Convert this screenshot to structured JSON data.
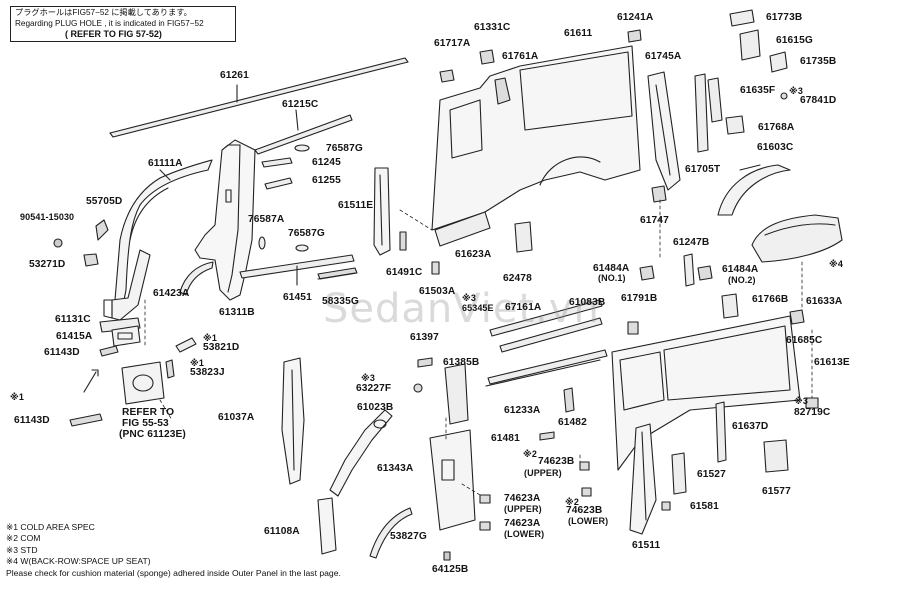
{
  "note": {
    "line1": "プラグホールはFIG57−52 に掲載してあります。",
    "line2": "Regarding PLUG HOLE , it is indicated in FIG57−52",
    "line3": "( REFER TO FIG 57-52)"
  },
  "watermark": "SedanViet.vn",
  "legend": [
    "※1 COLD AREA SPEC",
    "※2 COM",
    "※3 STD",
    "※4 W(BACK-ROW:SPACE UP SEAT)",
    "Please check for cushion material (sponge) adhered inside Outer Panel in the last page."
  ],
  "labels": {
    "p61261": "61261",
    "p61215C": "61215C",
    "p61111A": "61111A",
    "p55705D": "55705D",
    "p9054115030": "90541-15030",
    "p53271D": "53271D",
    "p76587G_top": "76587G",
    "p61245": "61245",
    "p61255": "61255",
    "p61511E": "61511E",
    "p76587A": "76587A",
    "p76587G_mid": "76587G",
    "p61423A": "61423A",
    "p61451": "61451",
    "p58335G": "58335G",
    "p61311B": "61311B",
    "p61131C": "61131C",
    "p61415A": "61415A",
    "p61143D": "61143D",
    "p53821D_mark": "※1",
    "p53821D": "53821D",
    "p53823J_mark": "※1",
    "p53823J": "53823J",
    "p61143D_alt_mark": "※1",
    "p61143D_alt": "61143D",
    "refer_line1": "REFER TO",
    "refer_line2": "FIG 55-53",
    "refer_line3": "(PNC 61123E)",
    "p61037A": "61037A",
    "p61108A": "61108A",
    "p63227F_mark": "※3",
    "p63227F": "63227F",
    "p61023B": "61023B",
    "p61343A": "61343A",
    "p53827G": "53827G",
    "p64125B": "64125B",
    "p74623A_upper": "74623A",
    "upper1": "(UPPER)",
    "p74623A_lower": "74623A",
    "lower1": "(LOWER)",
    "p61717A": "61717A",
    "p61331C": "61331C",
    "p61761A": "61761A",
    "p61611": "61611",
    "p61241A": "61241A",
    "p61623A": "61623A",
    "p61491C": "61491C",
    "p61503A": "61503A",
    "p62478": "62478",
    "p65345E_mark": "※3",
    "p65345E": "65345E",
    "p67161A": "67161A",
    "p61083B": "61083B",
    "p61397": "61397",
    "p61385B": "61385B",
    "p61233A": "61233A",
    "p61481": "61481",
    "p61482": "61482",
    "p74623B_upper_mark": "※2",
    "p74623B_upper": "74623B",
    "upper2": "(UPPER)",
    "p74623B_lower_mark": "※2",
    "p74623B_lower": "74623B",
    "lower2": "(LOWER)",
    "p61745A": "61745A",
    "p61773B": "61773B",
    "p61615G": "61615G",
    "p61735B": "61735B",
    "p61635F": "61635F",
    "p67841D_mark": "※3",
    "p67841D": "67841D",
    "p61768A": "61768A",
    "p61603C": "61603C",
    "p61705T": "61705T",
    "p61747": "61747",
    "p61247B": "61247B",
    "p61484A_left": "61484A",
    "no1": "(NO.1)",
    "p61484A_right": "61484A",
    "no2": "(NO.2)",
    "p61791B": "61791B",
    "p61766B": "61766B",
    "p61633A_mark": "※4",
    "p61633A": "61633A",
    "p61685C": "61685C",
    "p61613E": "61613E",
    "p82719C_mark": "※3",
    "p82719C": "82719C",
    "p61637D": "61637D",
    "p61527": "61527",
    "p61577": "61577",
    "p61581": "61581",
    "p61511": "61511"
  }
}
